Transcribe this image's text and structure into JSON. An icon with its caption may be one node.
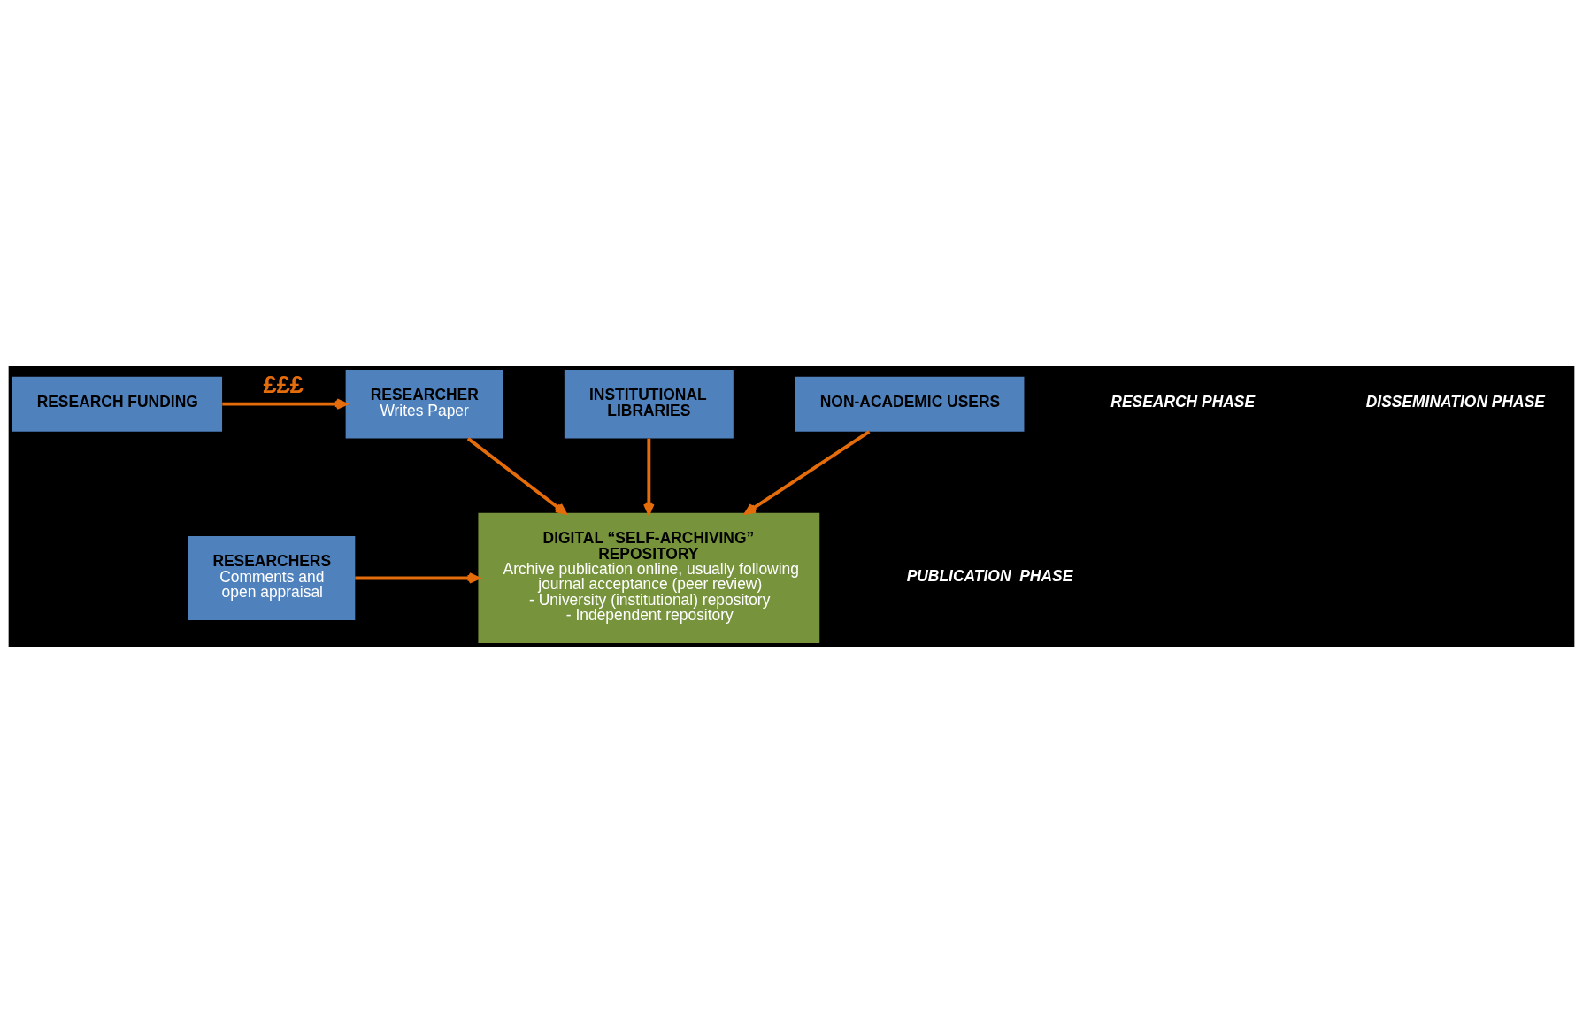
{
  "diagram": {
    "nodes": [
      {
        "text": [
          "RESEARCH FUNDING"
        ]
      },
      {
        "text": [
          "RESEARCHER",
          "Writes Paper"
        ]
      },
      {
        "text": [
          "DIGITAL “SELF-ARCHIVING” REPOSITORY",
          "Archive publication online, usually following journal acceptance (peer review)",
          "- University (institutional) repository",
          "- Independent repository"
        ]
      },
      {
        "text": [
          "RESEARCHERS",
          "Comments and open appraisal"
        ]
      },
      {
        "text": [
          "INSTITUTIONAL LIBRARIES"
        ]
      },
      {
        "text": [
          "NON-ACADEMIC USERS"
        ]
      }
    ],
    "edges": [
      {
        "from": 0,
        "to": 1,
        "arrow": "to",
        "label": "£££"
      },
      {
        "from": 1,
        "to": 2,
        "arrow": "to"
      },
      {
        "from": 3,
        "to": 2,
        "arrow": "to"
      },
      {
        "from": 4,
        "to": 2,
        "arrow": "to"
      },
      {
        "from": 5,
        "to": 2,
        "arrow": "to"
      }
    ],
    "labels": [
      "RESEARCH PHASE",
      "PUBLICATION  PHASE",
      "DISSEMINATION PHASE"
    ]
  }
}
